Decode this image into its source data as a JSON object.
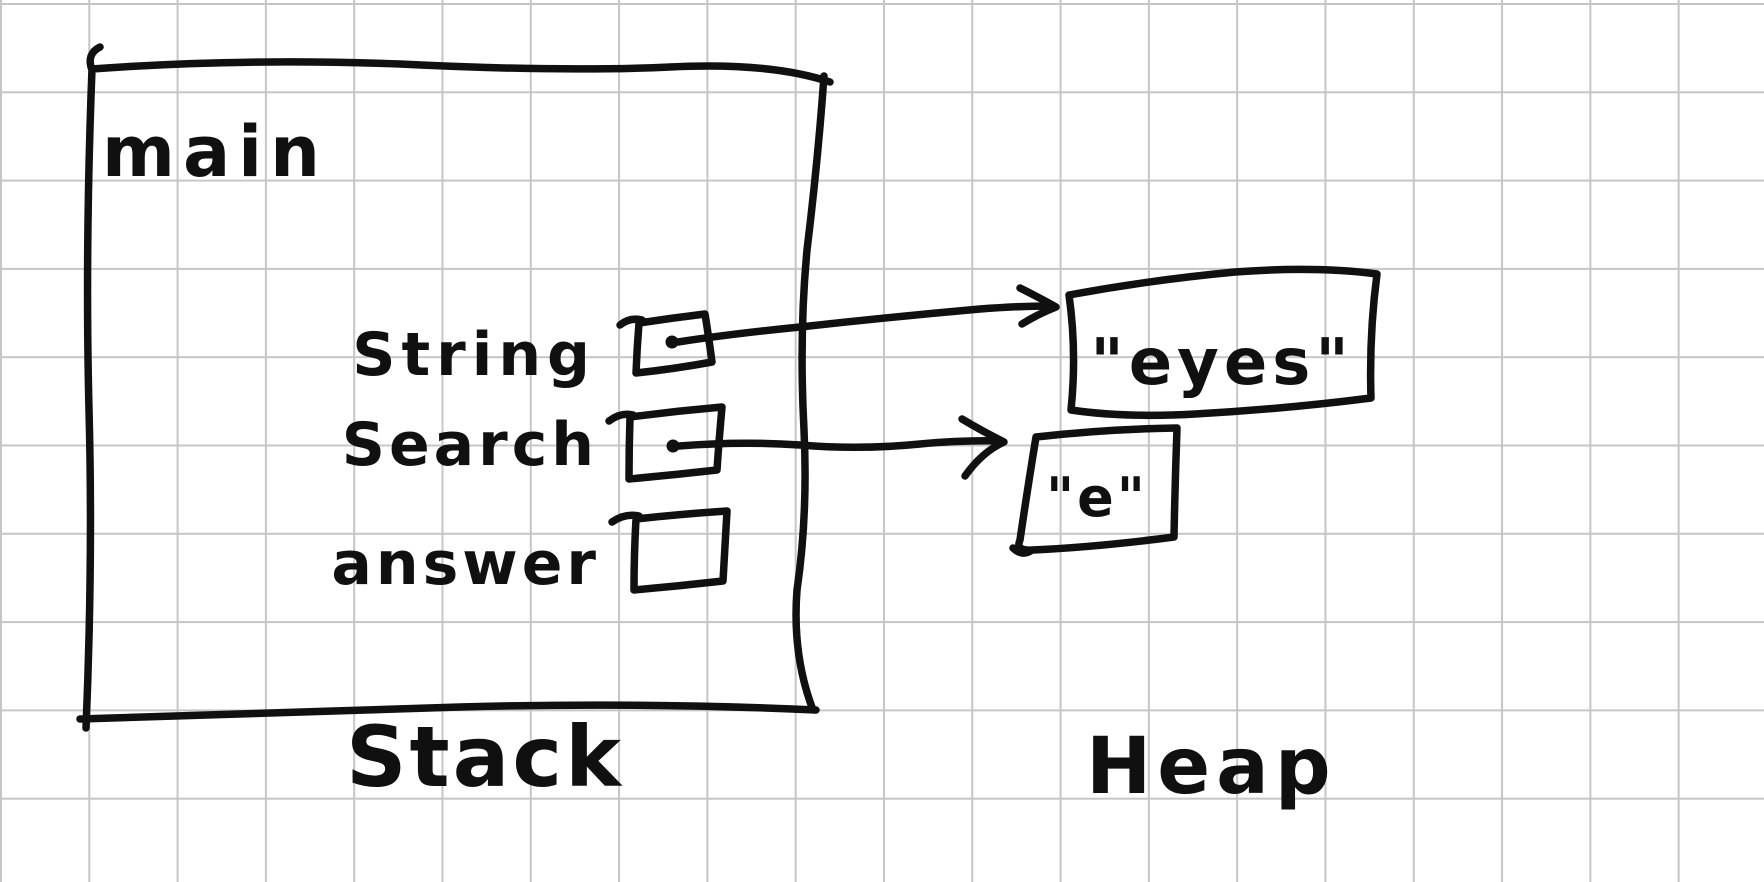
{
  "colors": {
    "ink": "#101010",
    "grid_line": "#c6c6c6",
    "background": "#ffffff"
  },
  "stack_frame": {
    "label": "main",
    "variables": [
      {
        "name": "String",
        "has_pointer": true,
        "points_to": "\"eyes\""
      },
      {
        "name": "Search",
        "has_pointer": true,
        "points_to": "\"e\""
      },
      {
        "name": "answer",
        "has_pointer": false,
        "points_to": null
      }
    ]
  },
  "heap": {
    "values": [
      {
        "text": "\"eyes\""
      },
      {
        "text": "\"e\""
      }
    ]
  },
  "region_labels": {
    "stack": "Stack",
    "heap": "Heap"
  }
}
